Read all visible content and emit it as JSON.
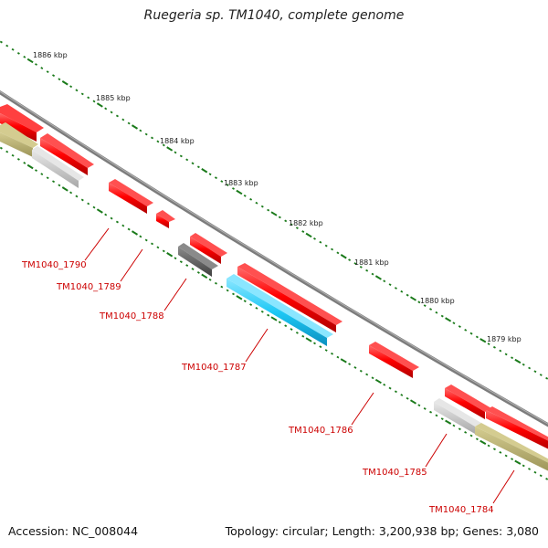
{
  "title": "Ruegeria sp. TM1040, complete genome",
  "accession": "Accession: NC_008044",
  "summary": "Topology: circular; Length: 3,200,938 bp; Genes: 3,080",
  "scale_labels": [
    "1886 kbp",
    "1885 kbp",
    "1884 kbp",
    "1883 kbp",
    "1882 kbp",
    "1881 kbp",
    "1880 kbp",
    "1879 kbp"
  ],
  "gene_labels": [
    "TM1040_1790",
    "TM1040_1789",
    "TM1040_1788",
    "TM1040_1787",
    "TM1040_1786",
    "TM1040_1785",
    "TM1040_1784"
  ],
  "colors": {
    "backbone": "#8a8a8a",
    "cds": "#ff0000",
    "gene_light": "#c8c8c8",
    "gene_dark": "#606060",
    "gene_blue": "#1ec8f5",
    "olive": "#b8b070",
    "ticks": "#1a7a1a",
    "label": "#cc0000"
  }
}
